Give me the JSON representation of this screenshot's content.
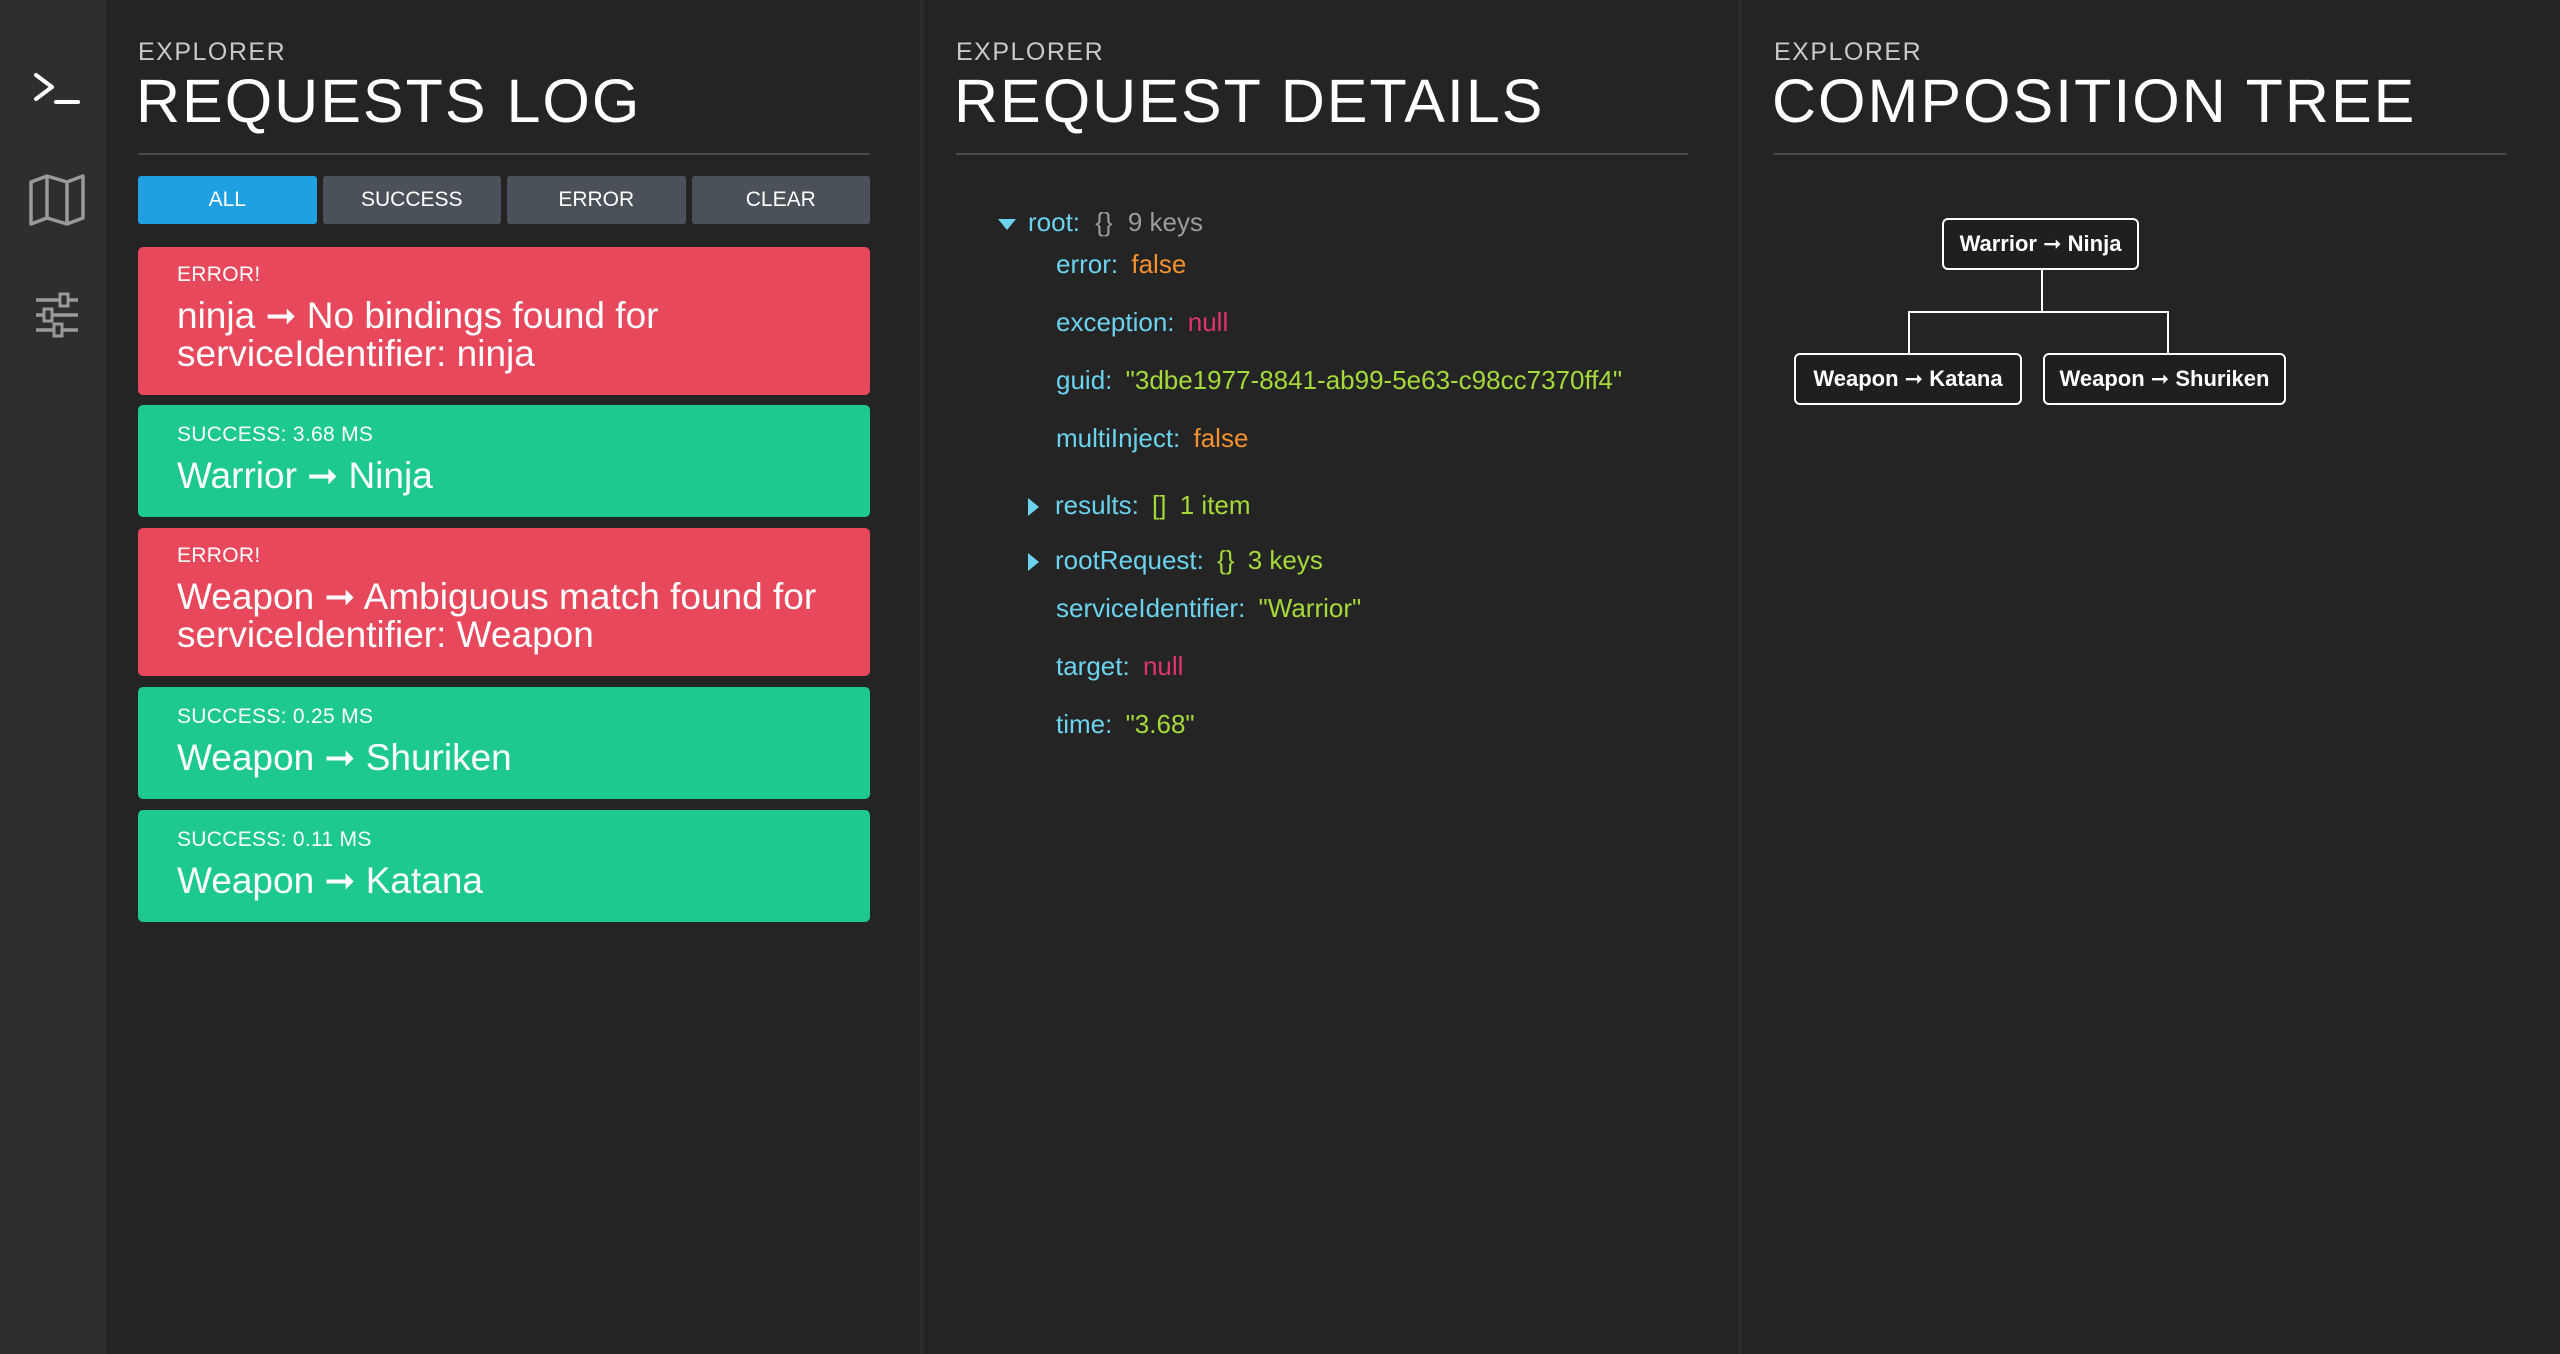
{
  "sidebar": {
    "items": [
      {
        "icon": "terminal-icon"
      },
      {
        "icon": "map-icon"
      },
      {
        "icon": "sliders-icon"
      }
    ]
  },
  "requests_log": {
    "kicker": "EXPLORER",
    "title": "REQUESTS LOG",
    "filters": [
      "ALL",
      "SUCCESS",
      "ERROR",
      "CLEAR"
    ],
    "active_filter": "ALL",
    "entries": [
      {
        "type": "error",
        "status": "ERROR!",
        "message": "ninja ➞ No bindings found for serviceIdentifier: ninja"
      },
      {
        "type": "success",
        "status": "SUCCESS: 3.68 MS",
        "message": "Warrior ➞ Ninja"
      },
      {
        "type": "error",
        "status": "ERROR!",
        "message": "Weapon ➞ Ambiguous match found for serviceIdentifier: Weapon"
      },
      {
        "type": "success",
        "status": "SUCCESS: 0.25 MS",
        "message": "Weapon ➞ Shuriken"
      },
      {
        "type": "success",
        "status": "SUCCESS: 0.11 MS",
        "message": "Weapon ➞ Katana"
      }
    ]
  },
  "request_details": {
    "kicker": "EXPLORER",
    "title": "REQUEST DETAILS",
    "root": {
      "key": "root:",
      "brace": "{}",
      "count": "9 keys"
    },
    "rows": [
      {
        "key": "error:",
        "value": "false",
        "kind": "bool"
      },
      {
        "key": "exception:",
        "value": "null",
        "kind": "null"
      },
      {
        "key": "guid:",
        "value": "\"3dbe1977-8841-ab99-5e63-c98cc7370ff4\"",
        "kind": "str"
      },
      {
        "key": "multiInject:",
        "value": "false",
        "kind": "bool"
      },
      {
        "key": "results:",
        "brace": "[]",
        "value": "1 item",
        "kind": "collapsed"
      },
      {
        "key": "rootRequest:",
        "brace": "{}",
        "value": "3 keys",
        "kind": "collapsed"
      },
      {
        "key": "serviceIdentifier:",
        "value": "\"Warrior\"",
        "kind": "str"
      },
      {
        "key": "target:",
        "value": "null",
        "kind": "null"
      },
      {
        "key": "time:",
        "value": "\"3.68\"",
        "kind": "str"
      }
    ]
  },
  "composition_tree": {
    "kicker": "EXPLORER",
    "title": "COMPOSITION TREE",
    "root_node": "Warrior ➞ Ninja",
    "children": [
      "Weapon ➞ Katana",
      "Weapon ➞ Shuriken"
    ]
  },
  "colors": {
    "error": "#e8485b",
    "success": "#1dc98f",
    "accent": "#1ea0e2",
    "json_key": "#6bd3ee",
    "json_bool": "#f4902f",
    "json_null": "#e0356a",
    "json_string": "#a6d93a"
  }
}
